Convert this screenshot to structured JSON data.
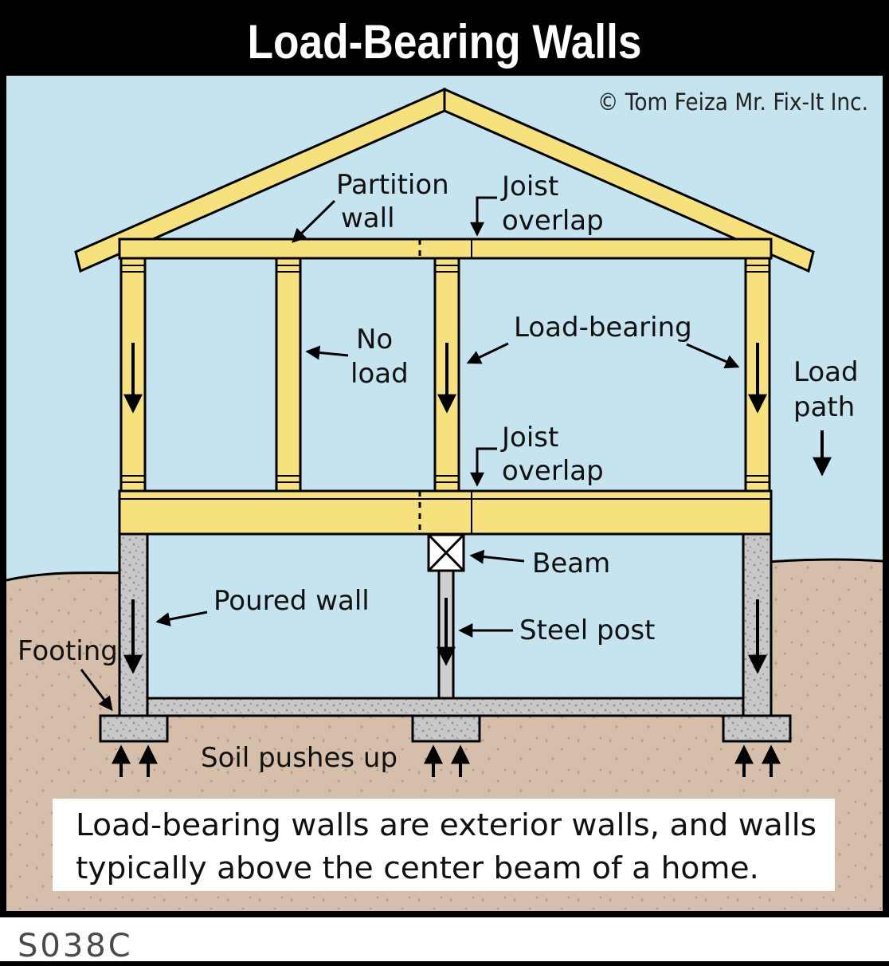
{
  "title": "Load-Bearing Walls",
  "copyright": "© Tom Feiza Mr. Fix-It Inc.",
  "figure_code": "S038C",
  "colors": {
    "sky": "#c5e4f0",
    "wood": "#f6e17c",
    "concrete": "#c8c8c8",
    "soil": "#d6bfaa",
    "outline": "#000000",
    "title_bg": "#000000",
    "title_fg": "#ffffff"
  },
  "labels": {
    "partition_wall": {
      "line1": "Partition",
      "line2": "wall"
    },
    "joist_overlap_top": {
      "line1": "Joist",
      "line2": "overlap"
    },
    "no_load": {
      "line1": "No",
      "line2": "load"
    },
    "load_bearing": "Load-bearing",
    "load_path": {
      "line1": "Load",
      "line2": "path"
    },
    "joist_overlap_floor": {
      "line1": "Joist",
      "line2": "overlap"
    },
    "beam": "Beam",
    "poured_wall": "Poured wall",
    "steel_post": "Steel post",
    "footing": "Footing",
    "soil_pushes_up": "Soil pushes up"
  },
  "caption": {
    "line1": "Load-bearing walls are exterior walls, and walls",
    "line2": "typically above the center beam of a home."
  }
}
